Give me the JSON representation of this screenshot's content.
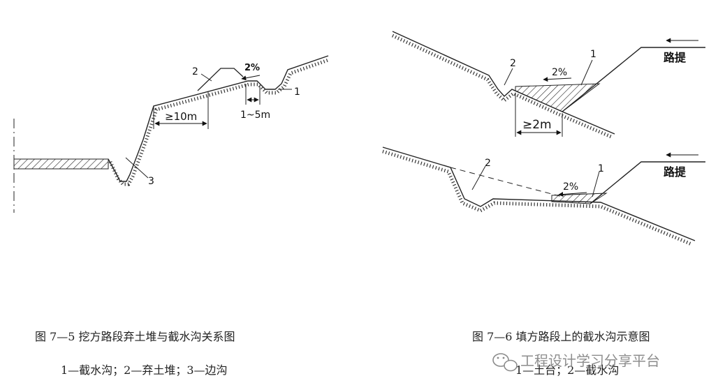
{
  "left_figure": {
    "callout_1": "1",
    "callout_2": "2",
    "callout_3": "3",
    "slope": "2%",
    "dim_distance": "≥10m",
    "dim_range": "1~5m",
    "caption": "图 7—5 挖方路段弃土堆与截水沟关系图",
    "legend": "1—截水沟；2—弃土堆；3—边沟"
  },
  "right_figure": {
    "top": {
      "callout_1": "1",
      "callout_2": "2",
      "slope": "2%",
      "dim_distance": "≥2m",
      "embankment_label": "路提"
    },
    "bottom": {
      "callout_1": "1",
      "callout_2": "2",
      "slope": "2%",
      "embankment_label": "路提"
    },
    "caption": "图 7—6 填方路段上的截水沟示意图",
    "legend": "1—土台；2—截水沟"
  },
  "watermark": {
    "text": "工程设计学习分享平台",
    "icon": "wechat-icon"
  }
}
